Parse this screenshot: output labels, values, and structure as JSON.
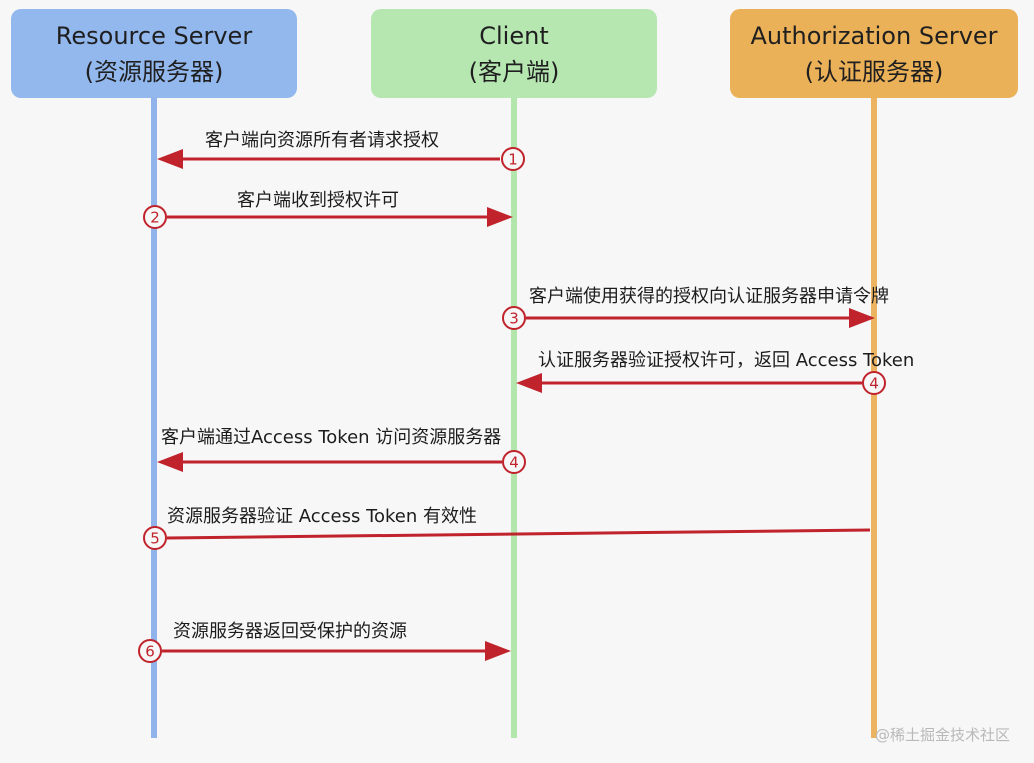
{
  "colors": {
    "resource": "#92b8ee",
    "resource_line": "#8fb3ea",
    "client": "#b6e7b1",
    "client_line": "#b2e6ad",
    "auth": "#ebb158",
    "auth_line": "#ecb460",
    "arrow": "#c0232b"
  },
  "actors": [
    {
      "id": "resource",
      "title": "Resource Server",
      "subtitle": "(资源服务器)"
    },
    {
      "id": "client",
      "title": "Client",
      "subtitle": "(客户端)"
    },
    {
      "id": "auth",
      "title": "Authorization Server",
      "subtitle": "(认证服务器)"
    }
  ],
  "messages": [
    {
      "step": "1",
      "from": "client",
      "to": "resource",
      "text": "客户端向资源所有者请求授权"
    },
    {
      "step": "2",
      "from": "resource",
      "to": "client",
      "text": "客户端收到授权许可"
    },
    {
      "step": "3",
      "from": "client",
      "to": "auth",
      "text": "客户端使用获得的授权向认证服务器申请令牌"
    },
    {
      "step": "4",
      "from": "auth",
      "to": "client",
      "text": "认证服务器验证授权许可，返回 Access Token"
    },
    {
      "step": "4",
      "from": "client",
      "to": "resource",
      "text": "客户端通过Access Token 访问资源服务器"
    },
    {
      "step": "5",
      "from": "auth",
      "to": "resource",
      "text": "资源服务器验证 Access Token 有效性"
    },
    {
      "step": "6",
      "from": "resource",
      "to": "client",
      "text": "资源服务器返回受保护的资源"
    }
  ],
  "watermark": "@稀土掘金技术社区"
}
